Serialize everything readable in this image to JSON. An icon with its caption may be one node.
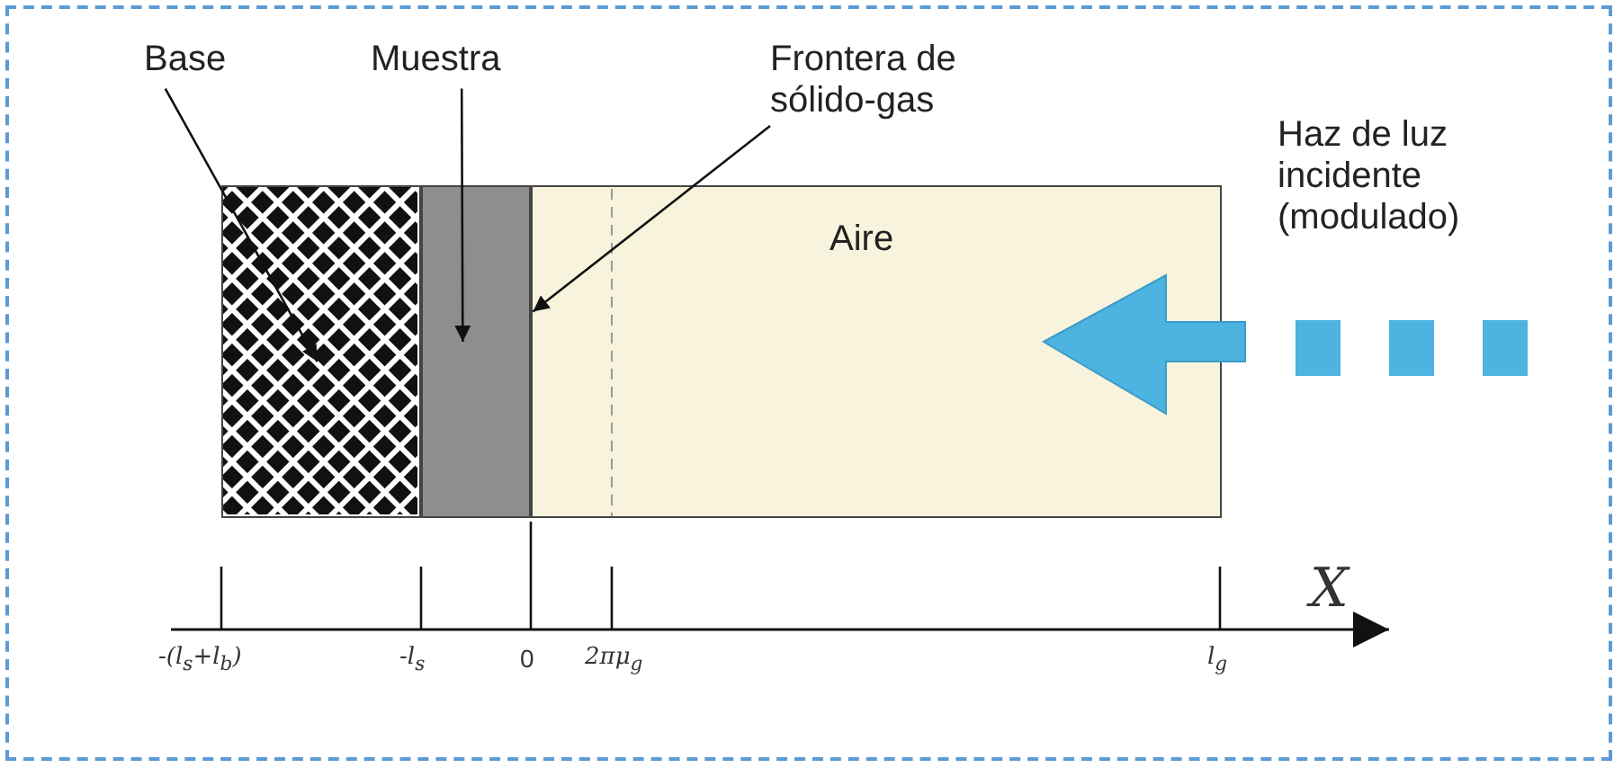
{
  "diagram": {
    "nodes": [
      {
        "text": [
          "Base"
        ]
      },
      {
        "text": [
          "Muestra"
        ]
      },
      {
        "text": [
          "Frontera de sólido-gas"
        ]
      },
      {
        "text": [],
        "shape": "box"
      },
      {
        "text": [],
        "shape": "box"
      },
      {
        "text": [
          "Aire"
        ]
      }
    ],
    "edges": [
      {
        "from": 0,
        "to": 3,
        "arrow": "to"
      },
      {
        "from": 1,
        "to": 4,
        "arrow": "to"
      },
      {
        "from": 2,
        "to": 4,
        "arrow": "to"
      }
    ],
    "labels": [
      "Haz de luz incidente (modulado)",
      "-(l$_{s}$+l$_{b}$)",
      "-l$_{s}$",
      "0",
      "2πμ$_{g}$",
      "l$_{g}$",
      "X"
    ]
  }
}
